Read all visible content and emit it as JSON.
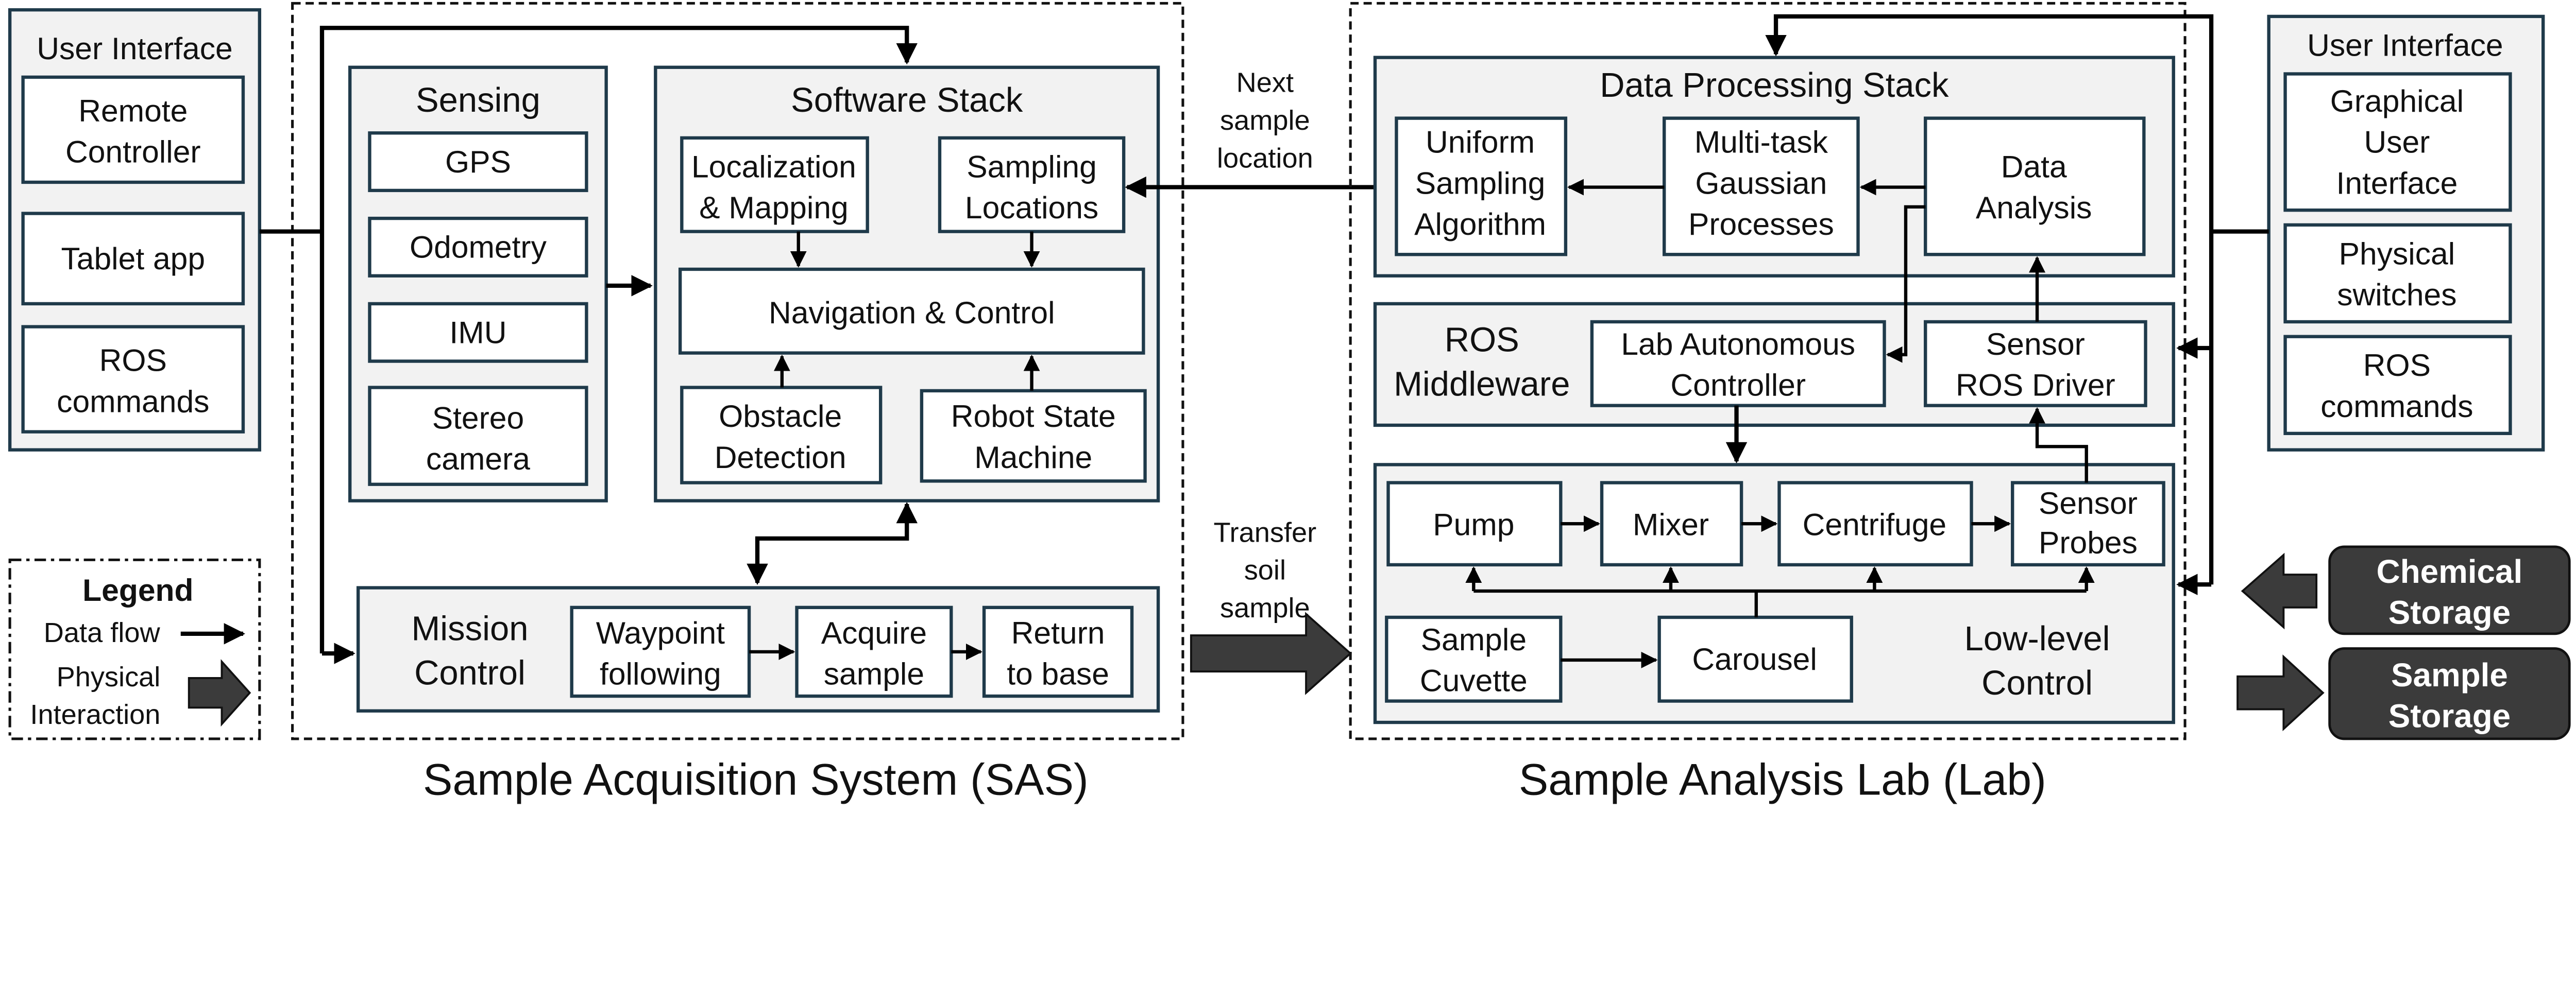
{
  "colors": {
    "box_border": "#1f3a4a",
    "group_fill": "#f2f2f2",
    "storage_fill": "#3b3b3b",
    "arrow": "#000000"
  },
  "left_ui": {
    "title": "User Interface",
    "items": [
      [
        "Remote",
        "Controller"
      ],
      [
        "Tablet app"
      ],
      [
        "ROS",
        "commands"
      ]
    ]
  },
  "sas": {
    "title": "Sample Acquisition System (SAS)",
    "sensing": {
      "title": "Sensing",
      "items": [
        [
          "GPS"
        ],
        [
          "Odometry"
        ],
        [
          "IMU"
        ],
        [
          "Stereo",
          "camera"
        ]
      ]
    },
    "software": {
      "title": "Software Stack",
      "localization": [
        "Localization",
        "& Mapping"
      ],
      "sampling": [
        "Sampling",
        "Locations"
      ],
      "nav": "Navigation & Control",
      "obstacle": [
        "Obstacle",
        "Detection"
      ],
      "state_machine": [
        "Robot State",
        "Machine"
      ]
    },
    "mission": {
      "title": [
        "Mission",
        "Control"
      ],
      "steps": [
        [
          "Waypoint",
          "following"
        ],
        [
          "Acquire",
          "sample"
        ],
        [
          "Return",
          "to base"
        ]
      ]
    }
  },
  "links": {
    "next_sample": [
      "Next",
      "sample",
      "location"
    ],
    "transfer": [
      "Transfer",
      "soil",
      "sample"
    ]
  },
  "lab": {
    "title": "Sample Analysis Lab (Lab)",
    "dps": {
      "title": "Data Processing Stack",
      "uniform": [
        "Uniform",
        "Sampling",
        "Algorithm"
      ],
      "gp": [
        "Multi-task",
        "Gaussian",
        "Processes"
      ],
      "analysis": [
        "Data",
        "Analysis"
      ]
    },
    "ros": {
      "title": [
        "ROS",
        "Middleware"
      ],
      "controller": [
        "Lab Autonomous",
        "Controller"
      ],
      "driver": [
        "Sensor",
        "ROS Driver"
      ]
    },
    "low": {
      "title": [
        "Low-level",
        "Control"
      ],
      "pump": "Pump",
      "mixer": "Mixer",
      "centrifuge": "Centrifuge",
      "probes": [
        "Sensor",
        "Probes"
      ],
      "cuvette": [
        "Sample",
        "Cuvette"
      ],
      "carousel": "Carousel"
    }
  },
  "right_ui": {
    "title": "User Interface",
    "items": [
      [
        "Graphical",
        "User",
        "Interface"
      ],
      [
        "Physical",
        "switches"
      ],
      [
        "ROS",
        "commands"
      ]
    ]
  },
  "storage": {
    "chemical": [
      "Chemical",
      "Storage"
    ],
    "sample": [
      "Sample",
      "Storage"
    ]
  },
  "legend": {
    "title": "Legend",
    "data_flow": "Data flow",
    "physical": [
      "Physical",
      "Interaction"
    ]
  }
}
